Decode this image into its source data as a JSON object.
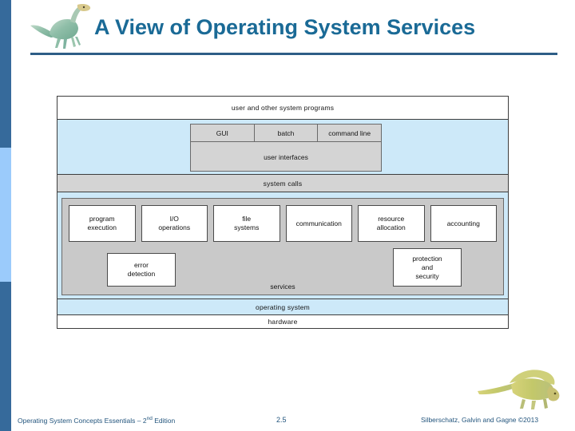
{
  "slide": {
    "title": "A View of Operating System Services",
    "accent_dark": "#366A9B",
    "accent_light": "#9BCBFB",
    "title_color": "#1A6A96"
  },
  "logo": {
    "top_left_name": "dinosaur-logo",
    "bottom_right_name": "dinosaur-logo"
  },
  "diagram": {
    "user_programs": "user and other system programs",
    "interfaces": {
      "modes": [
        "GUI",
        "batch",
        "command line"
      ],
      "caption": "user interfaces"
    },
    "system_calls": "system calls",
    "services_label": "services",
    "services_row": [
      "program\nexecution",
      "I/O\noperations",
      "file\nsystems",
      "communication",
      "resource\nallocation",
      "accounting"
    ],
    "error_detection": "error\ndetection",
    "protection_and_security": "protection\nand\nsecurity",
    "operating_system": "operating system",
    "hardware": "hardware"
  },
  "footer": {
    "book": "Operating System Concepts Essentials – 2",
    "book_sup": "nd",
    "book_tail": " Edition",
    "slide_number": "2.5",
    "credit": "Silberschatz, Galvin and Gagne ©2013"
  }
}
